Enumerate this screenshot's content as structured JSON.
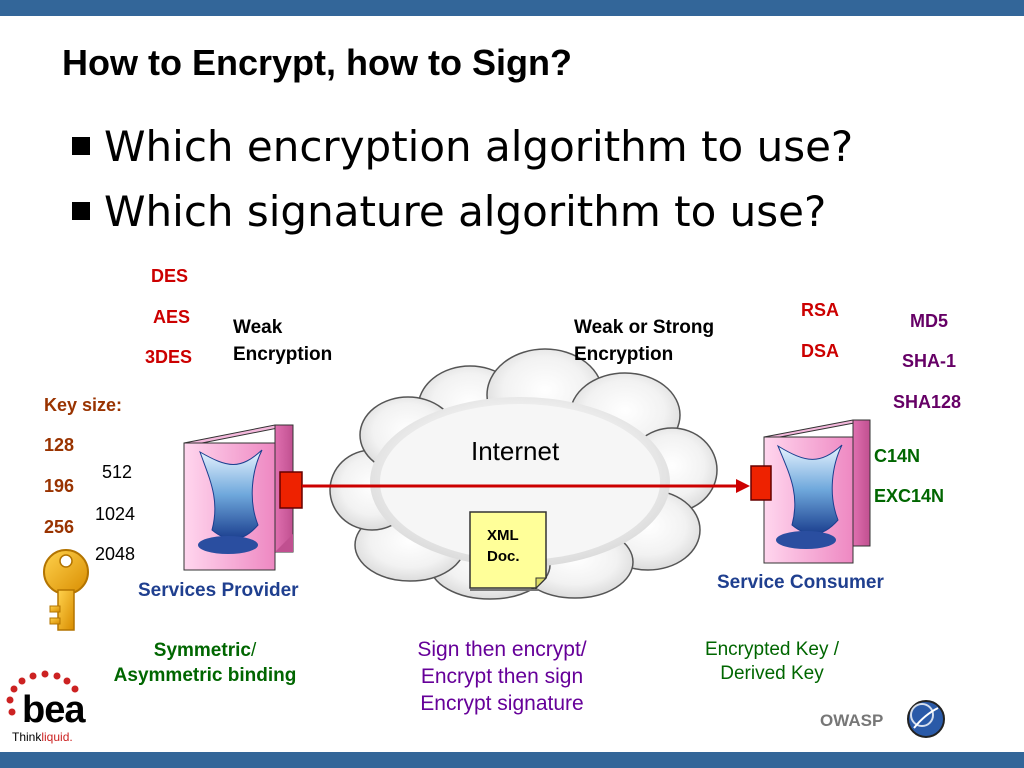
{
  "slide": {
    "title": "How to Encrypt, how to Sign?",
    "bullets": [
      "Which encryption algorithm to use?",
      "Which signature algorithm to use?"
    ]
  },
  "encryption": {
    "algorithms": [
      "DES",
      "AES",
      "3DES"
    ],
    "weak_label": [
      "Weak",
      "Encryption"
    ],
    "strong_label": [
      "Weak or Strong",
      "Encryption"
    ]
  },
  "keys": {
    "heading": "Key size:",
    "symmetric_sizes": [
      "128",
      "196",
      "256"
    ],
    "asymmetric_sizes": [
      "512",
      "1024",
      "2048"
    ]
  },
  "signature": {
    "algorithms": [
      "RSA",
      "DSA"
    ],
    "digests": [
      "MD5",
      "SHA-1",
      "SHA128"
    ],
    "canonicalization": [
      "C14N",
      "EXC14N"
    ]
  },
  "network": {
    "cloud_label": "Internet",
    "document_label": [
      "XML",
      "Doc."
    ],
    "provider_label": "Services Provider",
    "consumer_label": "Service Consumer"
  },
  "notes": {
    "binding": [
      "Symmetric",
      "/",
      "Asymmetric binding"
    ],
    "ordering": [
      "Sign then encrypt/",
      "Encrypt then sign",
      "Encrypt signature"
    ],
    "key_types": [
      "Encrypted Key /",
      "Derived Key"
    ]
  },
  "branding": {
    "bea_logo": "bea",
    "bea_tagline_1": "Think",
    "bea_tagline_2": "liquid.",
    "owasp": "OWASP"
  },
  "colors": {
    "header_bar": "#336699",
    "accent_red": "#cc0000",
    "navy": "#1f3f8f",
    "green": "#006600",
    "purple": "#660066"
  }
}
